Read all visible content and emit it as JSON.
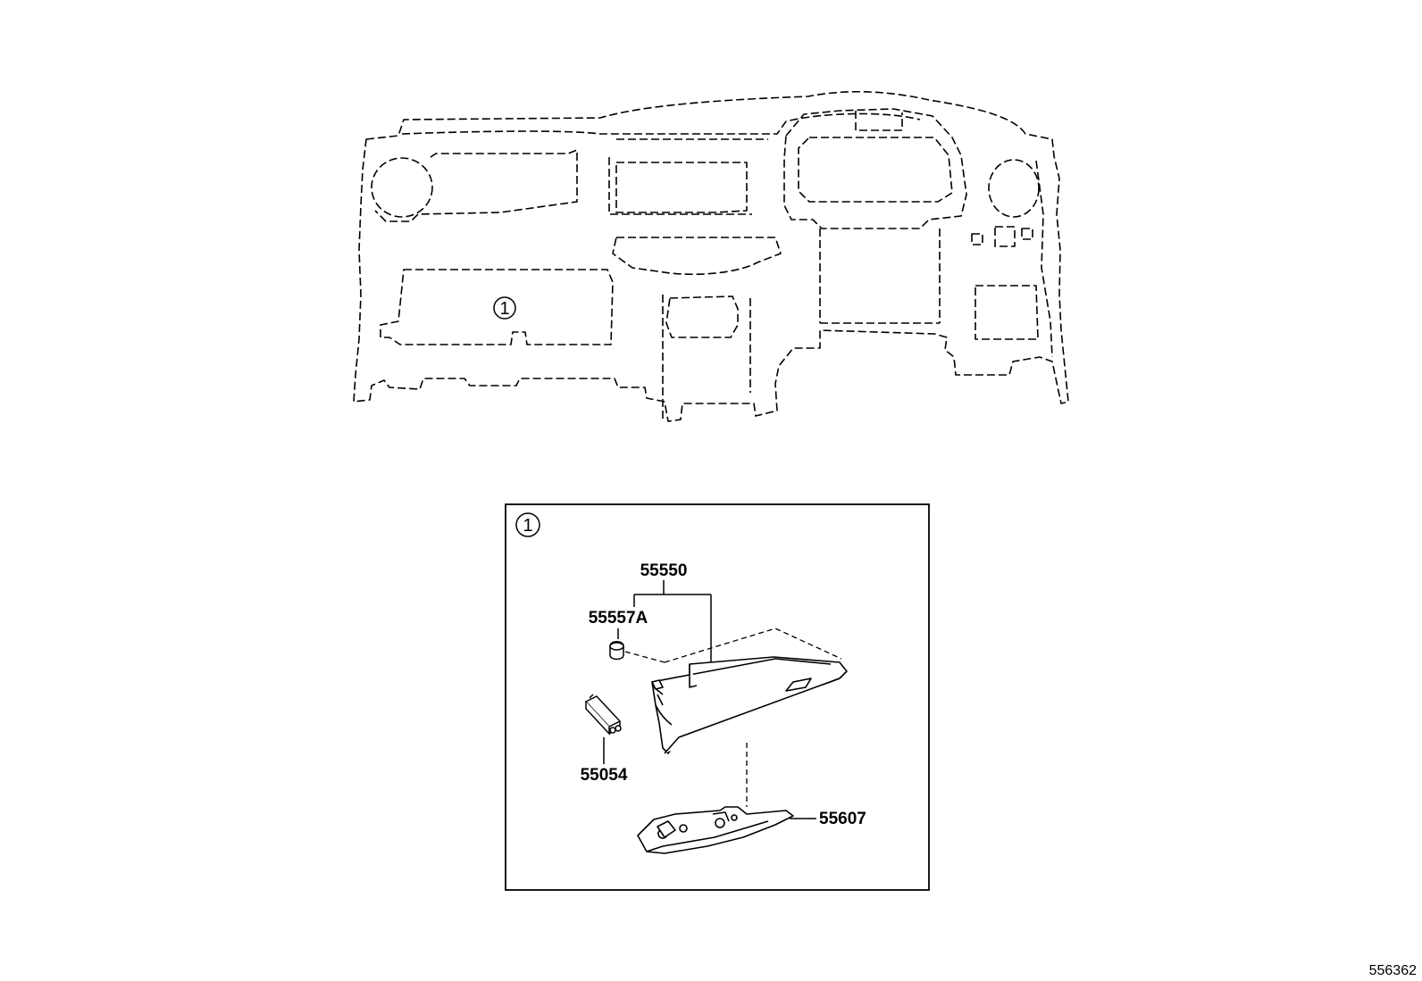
{
  "callout_marker": "1",
  "parts": {
    "glove_box_assy": "55550",
    "glove_box_door_stopper": "55557A",
    "glove_box_lock": "55054",
    "glove_box_lower_panel": "55607"
  },
  "illustration_number": "556362"
}
